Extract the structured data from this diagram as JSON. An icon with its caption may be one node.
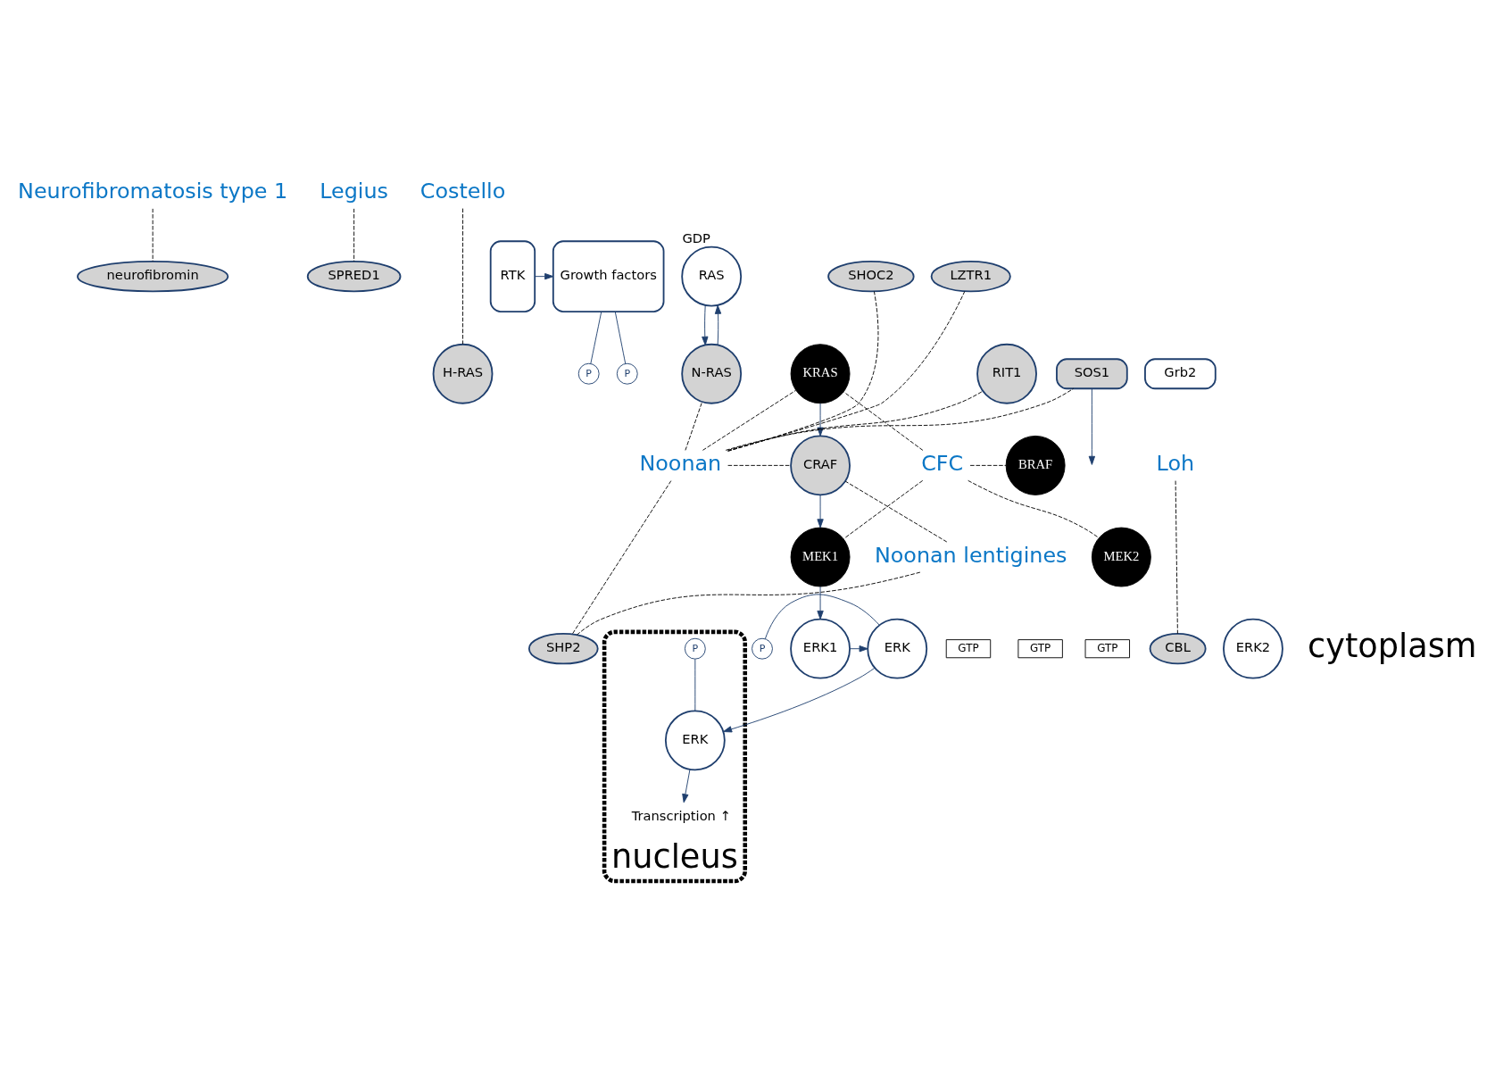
{
  "diagram": {
    "nodes": [
      {
        "text": [
          "Neurofibromatosis type 1"
        ]
      },
      {
        "text": [
          "Legius"
        ]
      },
      {
        "text": [
          "Costello"
        ]
      },
      {
        "text": [
          "RTK"
        ]
      },
      {
        "text": [
          "Growth factors"
        ]
      },
      {
        "text": [
          "RAS"
        ],
        "beside": [
          "GDP"
        ]
      },
      {
        "text": [
          "neurofibromin"
        ]
      },
      {
        "text": [
          "SPRED1"
        ]
      },
      {
        "text": [
          "SHOC2"
        ]
      },
      {
        "text": [
          "LZTR1"
        ]
      },
      {
        "text": [
          "N-RAS"
        ]
      },
      {
        "text": [
          "KRAS"
        ]
      },
      {
        "text": [
          "H-RAS"
        ]
      },
      {
        "text": [
          "RIT1"
        ]
      },
      {
        "text": [
          "P"
        ]
      },
      {
        "text": [
          "P"
        ]
      },
      {
        "text": [
          "Grb2"
        ]
      },
      {
        "text": [
          "SOS1"
        ]
      },
      {
        "text": [
          "GTP"
        ]
      },
      {
        "text": [
          "GTP"
        ]
      },
      {
        "text": [
          "GTP"
        ]
      },
      {
        "text": [
          "CBL"
        ]
      },
      {
        "text": [
          "SHP2"
        ]
      },
      {
        "text": [
          "CRAF"
        ]
      },
      {
        "text": [
          "BRAF"
        ]
      },
      {
        "text": [
          "Loh"
        ]
      },
      {
        "text": [
          "Noonan"
        ]
      },
      {
        "text": [
          "CFC"
        ]
      },
      {
        "text": [
          "MEK1"
        ]
      },
      {
        "text": [
          "MEK2"
        ]
      },
      {
        "text": [
          "Noonan lentigines"
        ]
      },
      {
        "text": [
          "nucleus"
        ]
      },
      {
        "text": [
          "Transcription ↑"
        ],
        "in": 31
      },
      {
        "text": [
          "P"
        ],
        "in": 31
      },
      {
        "text": [
          "ERK"
        ],
        "in": 31
      },
      {
        "text": [
          "P"
        ]
      },
      {
        "text": [
          "ERK"
        ]
      },
      {
        "text": [
          "ERK1"
        ]
      },
      {
        "text": [
          "ERK2"
        ]
      }
    ],
    "edges": [
      {
        "from": 0,
        "to": 6,
        "arrow": "none",
        "style": "dashed"
      },
      {
        "from": 1,
        "to": 7,
        "arrow": "none",
        "style": "dashed"
      },
      {
        "from": 2,
        "to": 12,
        "arrow": "none",
        "style": "dashed"
      },
      {
        "from": 25,
        "to": 21,
        "arrow": "none",
        "style": "dashed"
      },
      {
        "from": 26,
        "to": 17,
        "arrow": "none",
        "style": "dashed"
      },
      {
        "from": 26,
        "to": 22,
        "arrow": "none",
        "style": "dashed"
      },
      {
        "from": 26,
        "to": 8,
        "arrow": "none",
        "style": "dashed"
      },
      {
        "from": 26,
        "to": 10,
        "arrow": "none",
        "style": "dashed"
      },
      {
        "from": 26,
        "to": 11,
        "arrow": "none",
        "style": "dashed"
      },
      {
        "from": 26,
        "to": 9,
        "arrow": "none",
        "style": "dashed"
      },
      {
        "from": 26,
        "to": 13,
        "arrow": "none",
        "style": "dashed"
      },
      {
        "from": 26,
        "to": 23,
        "arrow": "none",
        "style": "dashed"
      },
      {
        "from": 30,
        "to": 22,
        "arrow": "none",
        "style": "dashed"
      },
      {
        "from": 30,
        "to": 23,
        "arrow": "none",
        "style": "dashed"
      },
      {
        "from": 27,
        "to": 11,
        "arrow": "none",
        "style": "dashed"
      },
      {
        "from": 27,
        "to": 24,
        "arrow": "none",
        "style": "dashed"
      },
      {
        "from": 27,
        "to": 28,
        "arrow": "none",
        "style": "dashed"
      },
      {
        "from": 27,
        "to": 29,
        "arrow": "none",
        "style": "dashed"
      },
      {
        "from": 3,
        "to": 4,
        "arrow": "to",
        "color": "#1f3f6e"
      },
      {
        "from": 10,
        "to": 5,
        "arrow": "to",
        "color": "#1f3f6e"
      },
      {
        "from": 5,
        "to": 10,
        "arrow": "to",
        "color": "#1f3f6e"
      },
      {
        "from": 17,
        "to": null,
        "arrow": "to",
        "color": "#1f3f6e"
      },
      {
        "from": 11,
        "to": 23,
        "arrow": "to",
        "color": "#1f3f6e"
      },
      {
        "from": 23,
        "to": 28,
        "arrow": "to",
        "color": "#1f3f6e"
      },
      {
        "from": 28,
        "to": 37,
        "arrow": "to",
        "color": "#1f3f6e"
      },
      {
        "from": 37,
        "to": 36,
        "arrow": "to",
        "color": "#1f3f6e"
      },
      {
        "from": 36,
        "to": 34,
        "arrow": "to",
        "color": "#1f3f6e"
      },
      {
        "from": 34,
        "to": 32,
        "arrow": "to",
        "color": "#1f3f6e"
      },
      {
        "from": 14,
        "to": 4,
        "arrow": "none",
        "color": "#1f3f6e"
      },
      {
        "from": 15,
        "to": 4,
        "arrow": "none",
        "color": "#1f3f6e"
      },
      {
        "from": 33,
        "to": 34,
        "arrow": "none",
        "color": "#1f3f6e"
      },
      {
        "from": 35,
        "to": 36,
        "arrow": "none",
        "color": "#1f3f6e"
      }
    ],
    "labels": [
      "cytoplasm"
    ]
  }
}
